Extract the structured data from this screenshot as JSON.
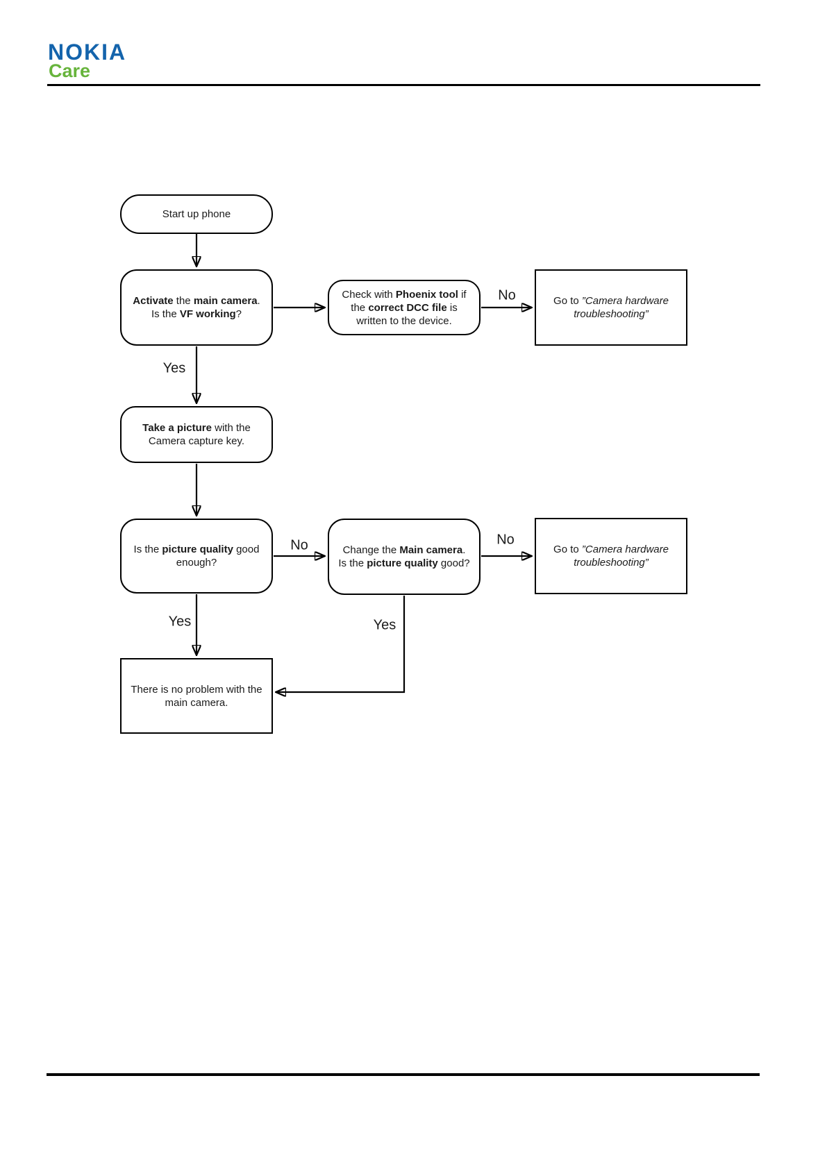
{
  "header": {
    "brand": "NOKIA",
    "brand_sub": "Care",
    "colors": {
      "brand_blue": "#1464ac",
      "care_green": "#67b43c",
      "line_black": "#000000"
    }
  },
  "flowchart": {
    "type": "flowchart",
    "edge_labels": {
      "yes": "Yes",
      "no": "No"
    },
    "nodes": {
      "start": {
        "shape": "rounded-pill",
        "text_segments": [
          {
            "t": "Start up phone"
          }
        ]
      },
      "activate_camera": {
        "shape": "rounded",
        "text_segments": [
          {
            "t": "Activate",
            "b": 1
          },
          {
            "t": " the "
          },
          {
            "t": "main camera",
            "b": 1
          },
          {
            "t": "."
          },
          {
            "br": 1
          },
          {
            "t": "Is the "
          },
          {
            "t": "VF working",
            "b": 1
          },
          {
            "t": "?"
          }
        ]
      },
      "check_phoenix": {
        "shape": "rounded",
        "text_segments": [
          {
            "t": "Check with "
          },
          {
            "t": "Phoenix tool",
            "b": 1
          },
          {
            "t": " if"
          },
          {
            "br": 1
          },
          {
            "t": "the "
          },
          {
            "t": "correct DCC file",
            "b": 1
          },
          {
            "t": " is"
          },
          {
            "br": 1
          },
          {
            "t": "written to the device."
          }
        ]
      },
      "goto_hw_1": {
        "shape": "rect",
        "text_segments": [
          {
            "t": "Go to "
          },
          {
            "t": "”Camera hardware troubleshooting”",
            "i": 1
          }
        ]
      },
      "take_picture": {
        "shape": "rounded",
        "text_segments": [
          {
            "t": "Take a picture",
            "b": 1
          },
          {
            "t": " with the"
          },
          {
            "br": 1
          },
          {
            "t": "Camera capture key."
          }
        ]
      },
      "picture_quality": {
        "shape": "rounded",
        "text_segments": [
          {
            "t": "Is the "
          },
          {
            "t": "picture quality",
            "b": 1
          },
          {
            "t": " good"
          },
          {
            "br": 1
          },
          {
            "t": "enough?"
          }
        ]
      },
      "change_camera": {
        "shape": "rounded",
        "text_segments": [
          {
            "t": "Change the "
          },
          {
            "t": "Main camera",
            "b": 1
          },
          {
            "t": "."
          },
          {
            "br": 1
          },
          {
            "t": "Is the "
          },
          {
            "t": "picture quality",
            "b": 1
          },
          {
            "t": " good?"
          }
        ]
      },
      "goto_hw_2": {
        "shape": "rect",
        "text_segments": [
          {
            "t": "Go to "
          },
          {
            "t": "”Camera hardware troubleshooting”",
            "i": 1
          }
        ]
      },
      "no_problem": {
        "shape": "rect",
        "text_segments": [
          {
            "t": "There is no problem with the"
          },
          {
            "br": 1
          },
          {
            "t": "main camera."
          }
        ]
      }
    }
  }
}
